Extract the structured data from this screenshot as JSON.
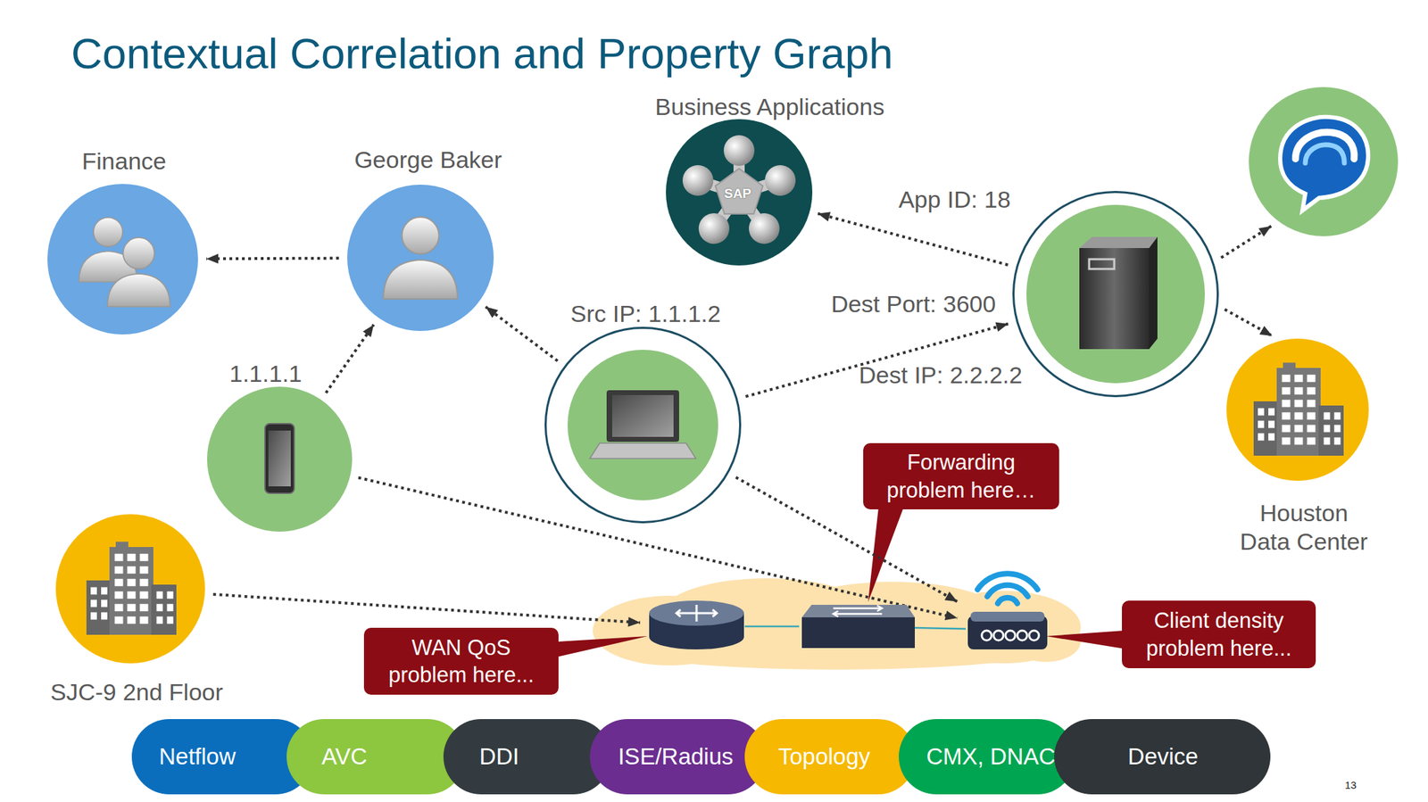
{
  "diagram": {
    "title": "Contextual Correlation and Property Graph",
    "nodes": [
      {
        "text": [
          "Finance"
        ]
      },
      {
        "text": [
          "George Baker"
        ]
      },
      {
        "text": [
          "Business Applications"
        ]
      },
      {
        "text": []
      },
      {
        "text": []
      },
      {
        "text": [
          "1.1.1.1"
        ]
      },
      {
        "text": [
          "Src IP: 1.1.1.2"
        ]
      },
      {
        "text": [
          "Houston Data Center"
        ]
      },
      {
        "text": [
          "Forwarding problem here…"
        ]
      },
      {
        "text": [
          "SJC-9 2nd Floor"
        ]
      },
      {
        "text": []
      },
      {
        "text": []
      },
      {
        "text": []
      },
      {
        "text": [
          "WAN QoS problem here..."
        ]
      },
      {
        "text": [
          "Client density problem here..."
        ]
      },
      {
        "text": [
          "Netflow"
        ]
      },
      {
        "text": [
          "AVC"
        ]
      },
      {
        "text": [
          "DDI"
        ]
      },
      {
        "text": [
          "ISE/Radius"
        ]
      },
      {
        "text": [
          "Topology"
        ]
      },
      {
        "text": [
          "CMX, DNAC"
        ]
      },
      {
        "text": [
          "Device"
        ]
      }
    ],
    "edges": [
      {
        "from": 1,
        "to": 0,
        "arrow": "to"
      },
      {
        "from": 5,
        "to": 1,
        "arrow": "to"
      },
      {
        "from": 6,
        "to": 1,
        "arrow": "to"
      },
      {
        "from": 6,
        "to": 4,
        "arrow": "to",
        "label": "Dest Port: 3600"
      },
      {
        "from": 4,
        "to": 2,
        "arrow": "to",
        "label": "App ID: 18"
      },
      {
        "from": 4,
        "to": 3,
        "arrow": "to"
      },
      {
        "from": 4,
        "to": 7,
        "arrow": "to"
      },
      {
        "from": 6,
        "to": 12,
        "arrow": "to"
      },
      {
        "from": 5,
        "to": 12,
        "arrow": "to"
      },
      {
        "from": 9,
        "to": 10,
        "arrow": "to"
      },
      {
        "from": 10,
        "to": 11,
        "arrow": "none"
      },
      {
        "from": 11,
        "to": 12,
        "arrow": "none"
      }
    ],
    "labels": [
      "Dest IP: 2.2.2.2",
      "SAP",
      "13"
    ]
  }
}
